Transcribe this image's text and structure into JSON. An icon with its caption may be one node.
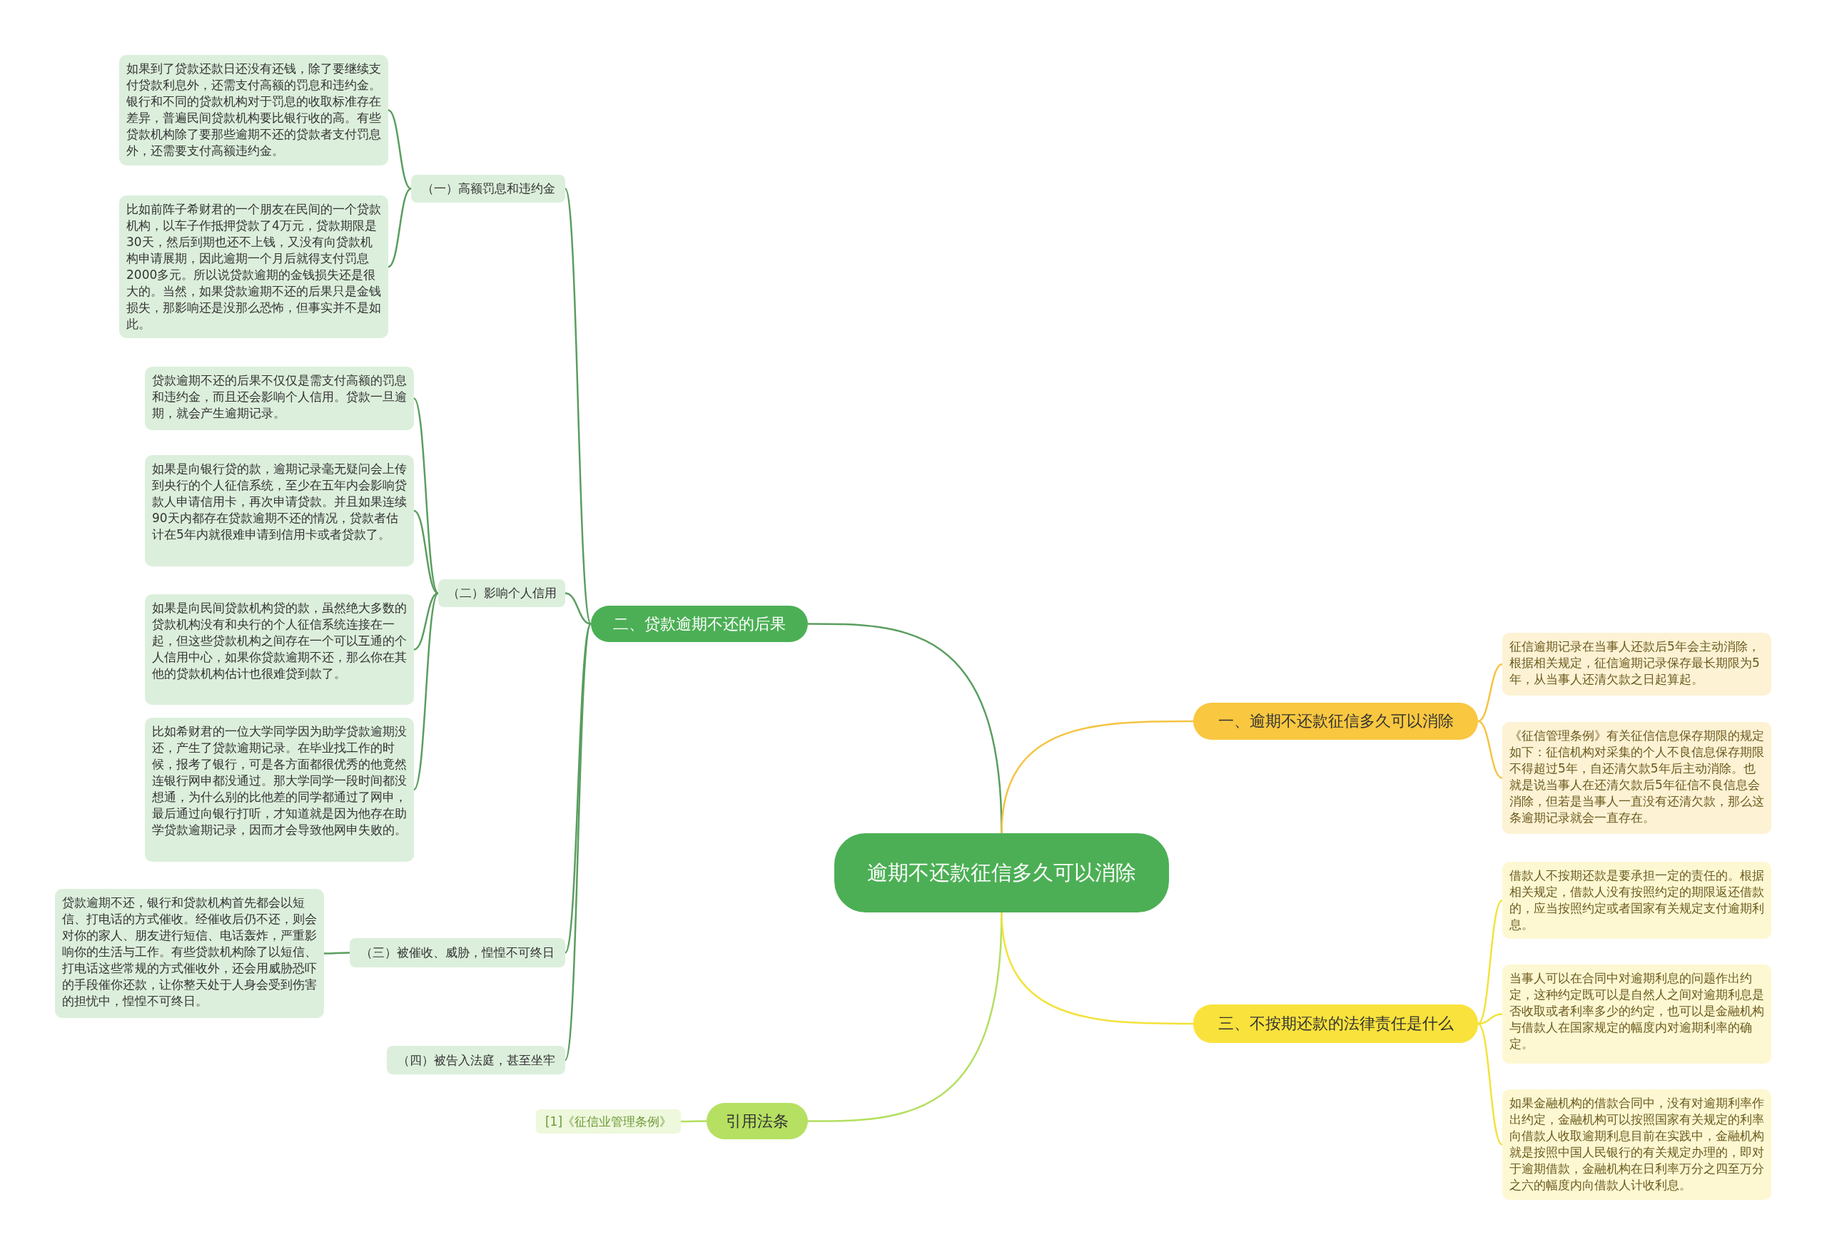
{
  "diagram": {
    "nodes": [
      {
        "text": [
          "逾期不还款征信多久可以消除"
        ]
      },
      {
        "text": [
          "二、贷款逾期不还的后果"
        ]
      },
      {
        "text": [
          "（一）高额罚息和违约金"
        ]
      },
      {
        "text": [
          "如果到了贷款还款日还没有还钱，除了要继续支付贷款利息外，还需支付高额的罚息和违约金。银行和不同的贷款机构对于罚息的收取标准存在差异，普遍民间贷款机构要比银行收的高。有些贷款机构除了要那些逾期不还的贷款者支付罚息外，还需要支付高额违约金。"
        ]
      },
      {
        "text": [
          "比如前阵子希财君的一个朋友在民间的一个贷款机构，以车子作抵押贷款了4万元，贷款期限是30天，然后到期也还不上钱，又没有向贷款机构申请展期，因此逾期一个月后就得支付罚息2000多元。所以说贷款逾期的金钱损失还是很大的。当然，如果贷款逾期不还的后果只是金钱损失，那影响还是没那么恐怖，但事实并不是如此。"
        ]
      },
      {
        "text": [
          "（二）影响个人信用"
        ]
      },
      {
        "text": [
          "贷款逾期不还的后果不仅仅是需支付高额的罚息和违约金，而且还会影响个人信用。贷款一旦逾期，就会产生逾期记录。"
        ]
      },
      {
        "text": [
          "如果是向银行贷的款，逾期记录毫无疑问会上传到央行的个人征信系统，至少在五年内会影响贷款人申请信用卡，再次申请贷款。并且如果连续90天内都存在贷款逾期不还的情况，贷款者估计在5年内就很难申请到信用卡或者贷款了。"
        ]
      },
      {
        "text": [
          "如果是向民间贷款机构贷的款，虽然绝大多数的贷款机构没有和央行的个人征信系统连接在一起，但这些贷款机构之间存在一个可以互通的个人信用中心，如果你贷款逾期不还，那么你在其他的贷款机构估计也很难贷到款了。"
        ]
      },
      {
        "text": [
          "比如希财君的一位大学同学因为助学贷款逾期没还，产生了贷款逾期记录。在毕业找工作的时候，报考了银行，可是各方面都很优秀的他竟然连银行网申都没通过。那大学同学一段时间都没想通，为什么别的比他差的同学都通过了网申，最后通过向银行打听，才知道就是因为他存在助学贷款逾期记录，因而才会导致他网申失败的。"
        ]
      },
      {
        "text": [
          "（三）被催收、威胁，惶惶不可终日"
        ]
      },
      {
        "text": [
          "贷款逾期不还，银行和贷款机构首先都会以短信、打电话的方式催收。经催收后仍不还，则会对你的家人、朋友进行短信、电话轰炸，严重影响你的生活与工作。有些贷款机构除了以短信、打电话这些常规的方式催收外，还会用威胁恐吓的手段催你还款，让你整天处于人身会受到伤害的担忧中，惶惶不可终日。"
        ]
      },
      {
        "text": [
          "（四）被告入法庭，甚至坐牢"
        ]
      },
      {
        "text": [
          "引用法条"
        ]
      },
      {
        "text": [
          "[1]《征信业管理条例》"
        ]
      },
      {
        "text": [
          "一、逾期不还款征信多久可以消除"
        ]
      },
      {
        "text": [
          "征信逾期记录在当事人还款后5年会主动消除，根据相关规定，征信逾期记录保存最长期限为5年，从当事人还清欠款之日起算起。"
        ]
      },
      {
        "text": [
          "《征信管理条例》有关征信信息保存期限的规定如下：征信机构对采集的个人不良信息保存期限不得超过5年，自还清欠款5年后主动消除。也就是说当事人在还清欠款后5年征信不良信息会消除，但若是当事人一直没有还清欠款，那么这条逾期记录就会一直存在。"
        ]
      },
      {
        "text": [
          "三、不按期还款的法律责任是什么"
        ]
      },
      {
        "text": [
          "借款人不按期还款是要承担一定的责任的。根据相关规定，借款人没有按照约定的期限返还借款的，应当按照约定或者国家有关规定支付逾期利息。"
        ]
      },
      {
        "text": [
          "当事人可以在合同中对逾期利息的问题作出约定，这种约定既可以是自然人之间对逾期利息是否收取或者利率多少的约定，也可以是金融机构与借款人在国家规定的幅度内对逾期利率的确定。"
        ]
      },
      {
        "text": [
          "如果金融机构的借款合同中，没有对逾期利率作出约定，金融机构可以按照国家有关规定的利率向借款人收取逾期利息目前在实践中，金融机构就是按照中国人民银行的有关规定办理的，即对于逾期借款，金融机构在日利率万分之四至万分之六的幅度内向借款人计收利息。"
        ]
      }
    ],
    "edges": [
      {
        "from": 0,
        "to": 1,
        "arrow": "none"
      },
      {
        "from": 1,
        "to": 2,
        "arrow": "none"
      },
      {
        "from": 2,
        "to": 3,
        "arrow": "none"
      },
      {
        "from": 2,
        "to": 4,
        "arrow": "none"
      },
      {
        "from": 1,
        "to": 5,
        "arrow": "none"
      },
      {
        "from": 5,
        "to": 6,
        "arrow": "none"
      },
      {
        "from": 5,
        "to": 7,
        "arrow": "none"
      },
      {
        "from": 5,
        "to": 8,
        "arrow": "none"
      },
      {
        "from": 5,
        "to": 9,
        "arrow": "none"
      },
      {
        "from": 1,
        "to": 10,
        "arrow": "none"
      },
      {
        "from": 10,
        "to": 11,
        "arrow": "none"
      },
      {
        "from": 1,
        "to": 12,
        "arrow": "none"
      },
      {
        "from": 0,
        "to": 13,
        "arrow": "none",
        "color": "#b3df5f"
      },
      {
        "from": 13,
        "to": 14,
        "arrow": "none",
        "color": "#b3df5f"
      },
      {
        "from": 0,
        "to": 15,
        "arrow": "none",
        "color": "#f5c443"
      },
      {
        "from": 15,
        "to": 16,
        "arrow": "none",
        "color": "#f5c443"
      },
      {
        "from": 15,
        "to": 17,
        "arrow": "none",
        "color": "#f5c443"
      },
      {
        "from": 0,
        "to": 18,
        "arrow": "none",
        "color": "#f3e23a"
      },
      {
        "from": 18,
        "to": 19,
        "arrow": "none",
        "color": "#f3e23a"
      },
      {
        "from": 18,
        "to": 20,
        "arrow": "none",
        "color": "#f3e23a"
      },
      {
        "from": 18,
        "to": 21,
        "arrow": "none",
        "color": "#f3e23a"
      }
    ]
  }
}
